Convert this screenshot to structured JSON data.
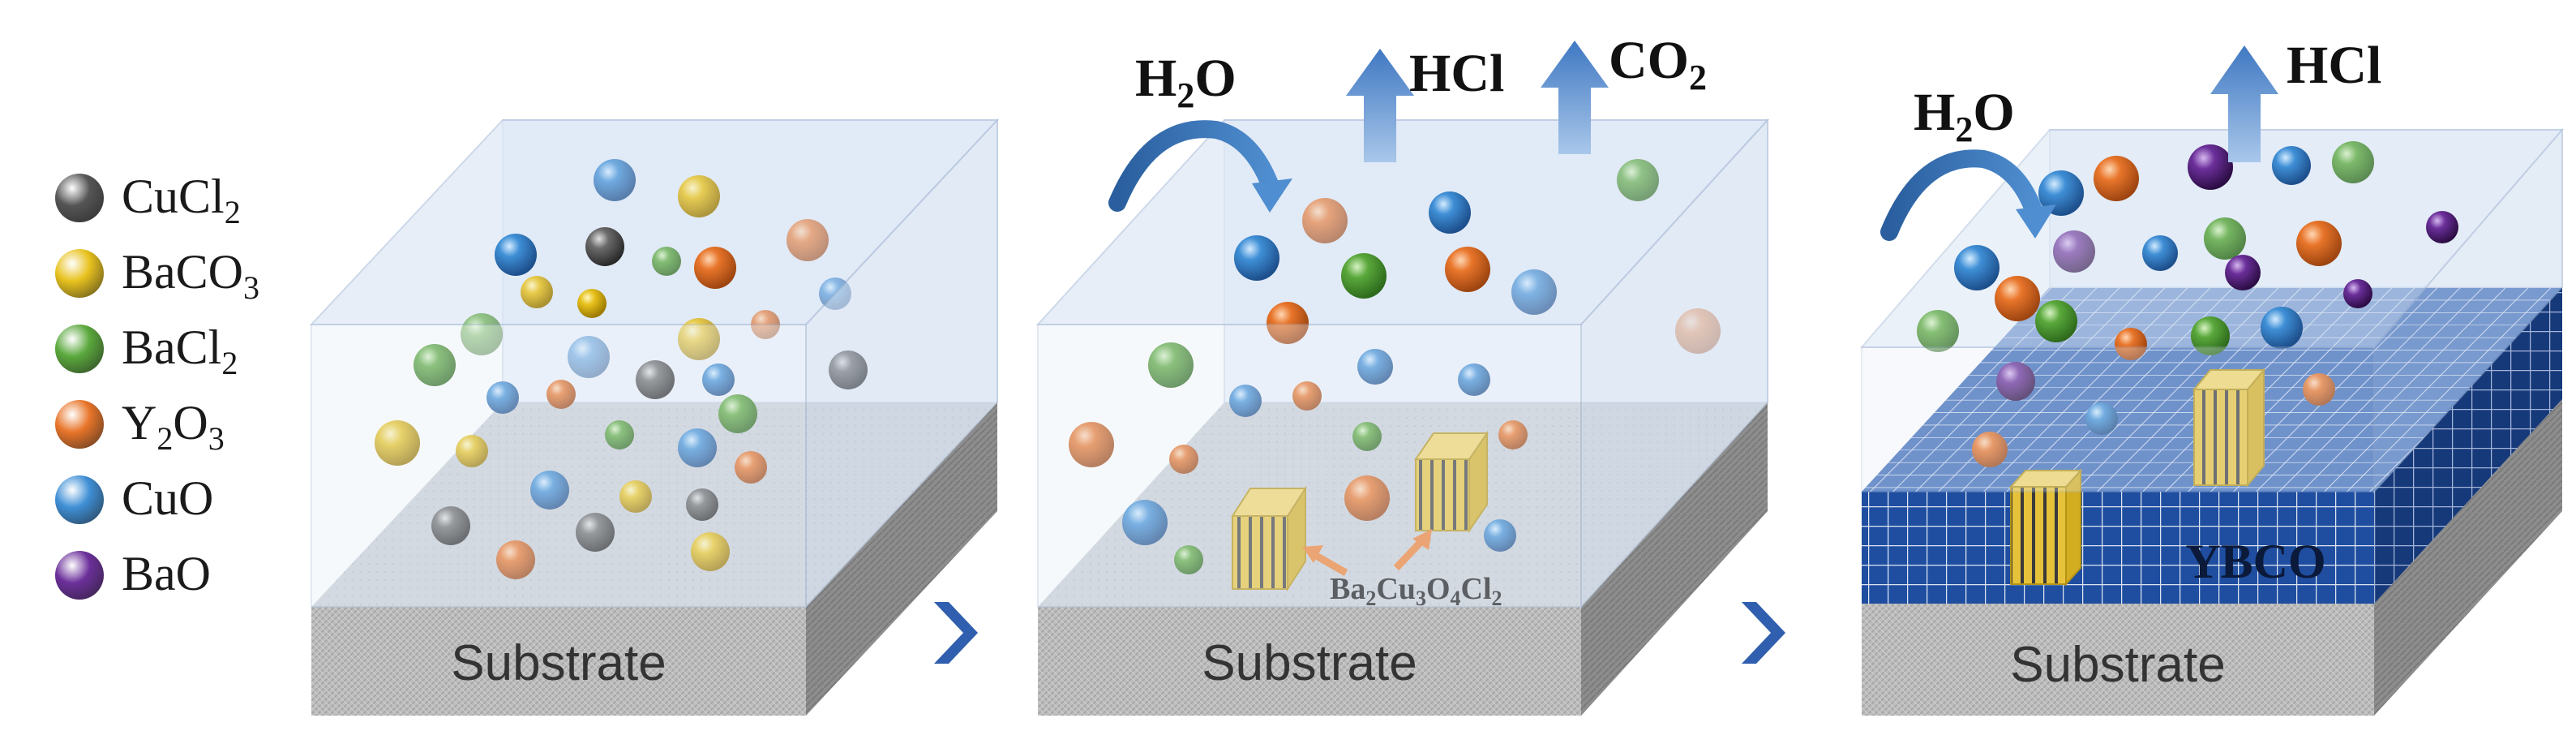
{
  "legend": [
    {
      "name": "CuCl",
      "sub": "2",
      "tail": "",
      "color": "#555555"
    },
    {
      "name": "BaCO",
      "sub": "3",
      "tail": "",
      "color": "#e8c21e"
    },
    {
      "name": "BaCl",
      "sub": "2",
      "tail": "",
      "color": "#5aa83c"
    },
    {
      "name": "Y",
      "sub": "2",
      "tail": "O",
      "sub2": "3",
      "color": "#e8752a"
    },
    {
      "name": "CuO",
      "sub": "",
      "tail": "",
      "color": "#3f8fd6"
    },
    {
      "name": "BaO",
      "sub": "",
      "tail": "",
      "color": "#6b2f9a"
    }
  ],
  "panels": [
    {
      "substrate_label": "Substrate"
    },
    {
      "substrate_label": "Substrate",
      "gas": {
        "h2o_main": "H",
        "h2o_sub": "2",
        "h2o_tail": "O",
        "hcl": "HCl",
        "co2_main": "CO",
        "co2_sub": "2"
      },
      "phase": {
        "p1": "Ba",
        "s1": "2",
        "p2": "Cu",
        "s2": "3",
        "p3": "O",
        "s3": "4",
        "p4": "Cl",
        "s4": "2"
      }
    },
    {
      "substrate_label": "Substrate",
      "gas": {
        "h2o_main": "H",
        "h2o_sub": "2",
        "h2o_tail": "O",
        "hcl": "HCl"
      },
      "ybco": "YBCO"
    }
  ],
  "colors": {
    "gray": "#555555",
    "yellow": "#e8c21e",
    "green": "#5aa83c",
    "orange": "#e8752a",
    "blue": "#3f8fd6",
    "purple": "#6b2f9a",
    "arrow_blue": "#4f86c6",
    "process_arrow": "#2f5fae",
    "ybco": "#1f4ea0"
  }
}
